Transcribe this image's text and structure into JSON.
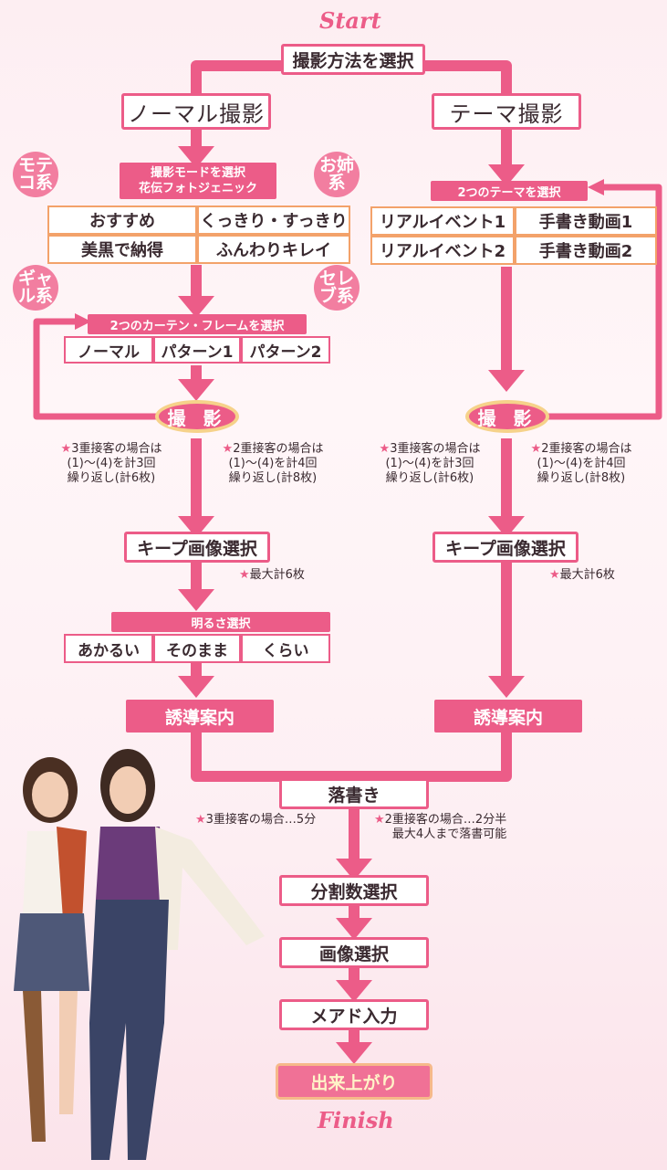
{
  "colors": {
    "pink": "#ec5c88",
    "light_pink": "#f6a9c0",
    "orange": "#f3a26a",
    "gold": "#f6d28a"
  },
  "start": "Start",
  "finish": "Finish",
  "select_method": "撮影方法を選択",
  "normal": {
    "title": "ノーマル撮影",
    "mode_band": [
      "撮影モードを選択",
      "花伝フォトジェニック"
    ],
    "modes": [
      "おすすめ",
      "くっきり・すっきり",
      "美黒で納得",
      "ふんわりキレイ"
    ],
    "styles": {
      "moteko": "モテコ系",
      "oneesan": "お姉系",
      "gyaru": "ギャル系",
      "celeb": "セレブ系"
    },
    "curtain_band": "2つのカーテン・フレームを選択",
    "curtains": [
      "ノーマル",
      "パターン1",
      "パターン2"
    ],
    "shoot": "撮 影",
    "note_3": "★3重接客の場合は\n(1)～(4)を計3回\n繰り返し(計6枚)",
    "note_2": "★2重接客の場合は\n(1)～(4)を計4回\n繰り返し(計8枚)",
    "keep": "キープ画像選択",
    "keep_note": "★最大計6枚",
    "bright_band": "明るさ選択",
    "brightness": [
      "あかるい",
      "そのまま",
      "くらい"
    ],
    "guide": "誘導案内"
  },
  "theme": {
    "title": "テーマ撮影",
    "theme_band": "2つのテーマを選択",
    "themes": [
      "リアルイベント1",
      "手書き動画1",
      "リアルイベント2",
      "手書き動画2"
    ],
    "shoot": "撮 影",
    "note_3": "★3重接客の場合は\n(1)～(4)を計3回\n繰り返し(計6枚)",
    "note_2": "★2重接客の場合は\n(1)～(4)を計4回\n繰り返し(計8枚)",
    "keep": "キープ画像選択",
    "keep_note": "★最大計6枚",
    "guide": "誘導案内"
  },
  "graffiti": {
    "label": "落書き",
    "note_3": "★3重接客の場合…5分",
    "note_2": "★2重接客の場合…2分半\n最大4人まで落書可能"
  },
  "steps": [
    "分割数選択",
    "画像選択",
    "メアド入力"
  ],
  "done": "出来上がり"
}
